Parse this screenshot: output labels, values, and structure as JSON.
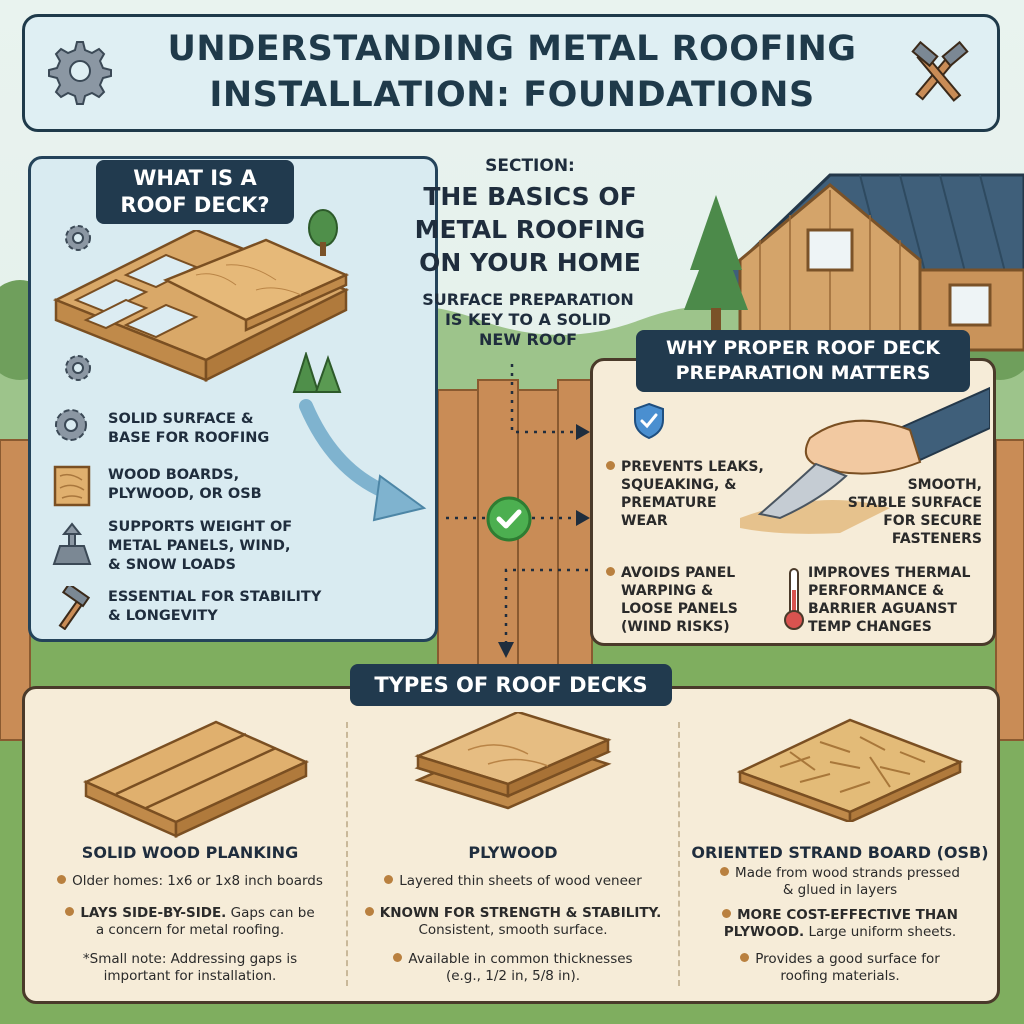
{
  "title": {
    "line1": "UNDERSTANDING METAL ROOFING",
    "line2": "INSTALLATION: FOUNDATIONS"
  },
  "left_panel": {
    "heading_line1": "WHAT IS A",
    "heading_line2": "ROOF DECK?",
    "items": [
      {
        "icon": "gear-icon",
        "line1": "SOLID SURFACE &",
        "line2": "BASE FOR ROOFING",
        "line3": ""
      },
      {
        "icon": "wood-board-icon",
        "line1": "WOOD BOARDS,",
        "line2": "PLYWOOD, OR OSB",
        "line3": ""
      },
      {
        "icon": "weight-icon",
        "line1": "SUPPORTS WEIGHT OF",
        "line2": "METAL PANELS, WIND,",
        "line3": "& SNOW LOADS"
      },
      {
        "icon": "hammer-icon",
        "line1": "ESSENTIAL FOR STABILITY",
        "line2": "& LONGEVITY",
        "line3": ""
      }
    ]
  },
  "center": {
    "section_label": "SECTION:",
    "heading_line1": "THE BASICS OF",
    "heading_line2": "METAL ROOFING",
    "heading_line3": "ON YOUR HOME",
    "sub_line1": "SURFACE PREPARATION",
    "sub_line2": "IS KEY TO A SOLID",
    "sub_line3": "NEW ROOF"
  },
  "right_panel": {
    "heading_line1": "WHY PROPER ROOF DECK",
    "heading_line2": "PREPARATION MATTERS",
    "point1": {
      "line1": "PREVENTS LEAKS,",
      "line2": "SQUEAKING, &",
      "line3": "PREMATURE",
      "line4": "WEAR"
    },
    "point2": {
      "line1": "SMOOTH,",
      "line2": "STABLE SURFACE",
      "line3": "FOR SECURE",
      "line4": "FASTENERS"
    },
    "point3": {
      "line1": "AVOIDS PANEL",
      "line2": "WARPING &",
      "line3": "LOOSE PANELS",
      "line4": "(WIND RISKS)"
    },
    "point4": {
      "line1": "IMPROVES THERMAL",
      "line2": "PERFORMANCE &",
      "line3": "BARRIER AGUANST",
      "line4": "TEMP CHANGES"
    }
  },
  "bottom": {
    "heading": "TYPES OF ROOF DECKS",
    "col1": {
      "title": "SOLID WOOD PLANKING",
      "b1": "Older homes: 1x6 or 1x8 inch boards",
      "b2_bold": "LAYS SIDE-BY-SIDE.",
      "b2_rest1": " Gaps can be",
      "b2_rest2": "a concern for metal roofing.",
      "note1": "*Small note: Addressing gaps is",
      "note2": "important for installation."
    },
    "col2": {
      "title": "PLYWOOD",
      "b1": "Layered thin sheets of wood veneer",
      "b2_bold": "KNOWN FOR STRENGTH & STABILITY.",
      "b2_rest": "Consistent, smooth surface.",
      "b3_line1": "Available in common thicknesses",
      "b3_line2": "(e.g., 1/2 in, 5/8 in)."
    },
    "col3": {
      "title": "ORIENTED STRAND BOARD (OSB)",
      "b1_line1": "Made from wood strands pressed",
      "b1_line2": "& glued in layers",
      "b2_bold1": "MORE COST-EFFECTIVE THAN",
      "b2_bold2": "PLYWOOD.",
      "b2_rest": " Large uniform sheets.",
      "b3_line1": "Provides a good surface for",
      "b3_line2": "roofing materials."
    }
  },
  "colors": {
    "navy": "#213a4e",
    "panel_blue": "#d9ebf1",
    "panel_cream": "#f6ecd8",
    "wood": "#d9a868",
    "check_green": "#4caf50",
    "bullet": "#b9803f"
  }
}
